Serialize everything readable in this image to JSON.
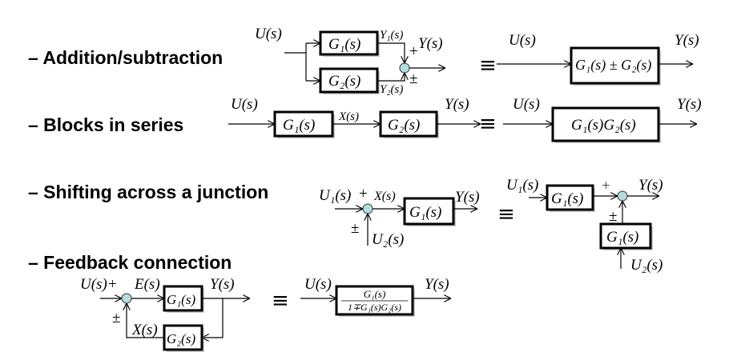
{
  "bullets": [
    "– Addition/subtraction",
    "– Blocks in series",
    "– Shifting across a junction",
    "– Feedback connection"
  ],
  "symbols": {
    "equiv": "≡",
    "plus": "+",
    "plusminus": "±"
  },
  "addition": {
    "input": "U(s)",
    "g1": "G₁(s)",
    "g2": "G₂(s)",
    "y1": "Y₁(s)",
    "y2": "Y₂(s)",
    "output": "Y(s)",
    "eq_input": "U(s)",
    "eq_block": "G₁(s) ± G₂(s)",
    "eq_output": "Y(s)"
  },
  "series": {
    "input": "U(s)",
    "g1": "G₁(s)",
    "mid": "X(s)",
    "g2": "G₂(s)",
    "output": "Y(s)",
    "eq_input": "U(s)",
    "eq_block": "G₁(s)G₂(s)",
    "eq_output": "Y(s)"
  },
  "junction": {
    "u1": "U₁(s)",
    "x": "X(s)",
    "g1": "G₁(s)",
    "output": "Y(s)",
    "u2": "U₂(s)",
    "eq_u1": "U₁(s)",
    "eq_g1_top": "G₁(s)",
    "eq_output": "Y(s)",
    "eq_g1_bottom": "G₁(s)",
    "eq_u2": "U₂(s)"
  },
  "feedback": {
    "input": "U(s)",
    "e": "E(s)",
    "g1": "G₁(s)",
    "output": "Y(s)",
    "x": "X(s)",
    "g2": "G₂(s)",
    "eq_input": "U(s)",
    "eq_numerator": "G₁(s)",
    "eq_denominator": "1∓G₁(s)G₂(s)",
    "eq_output": "Y(s)"
  },
  "colors": {
    "summing_junction": "#b5dde0"
  }
}
